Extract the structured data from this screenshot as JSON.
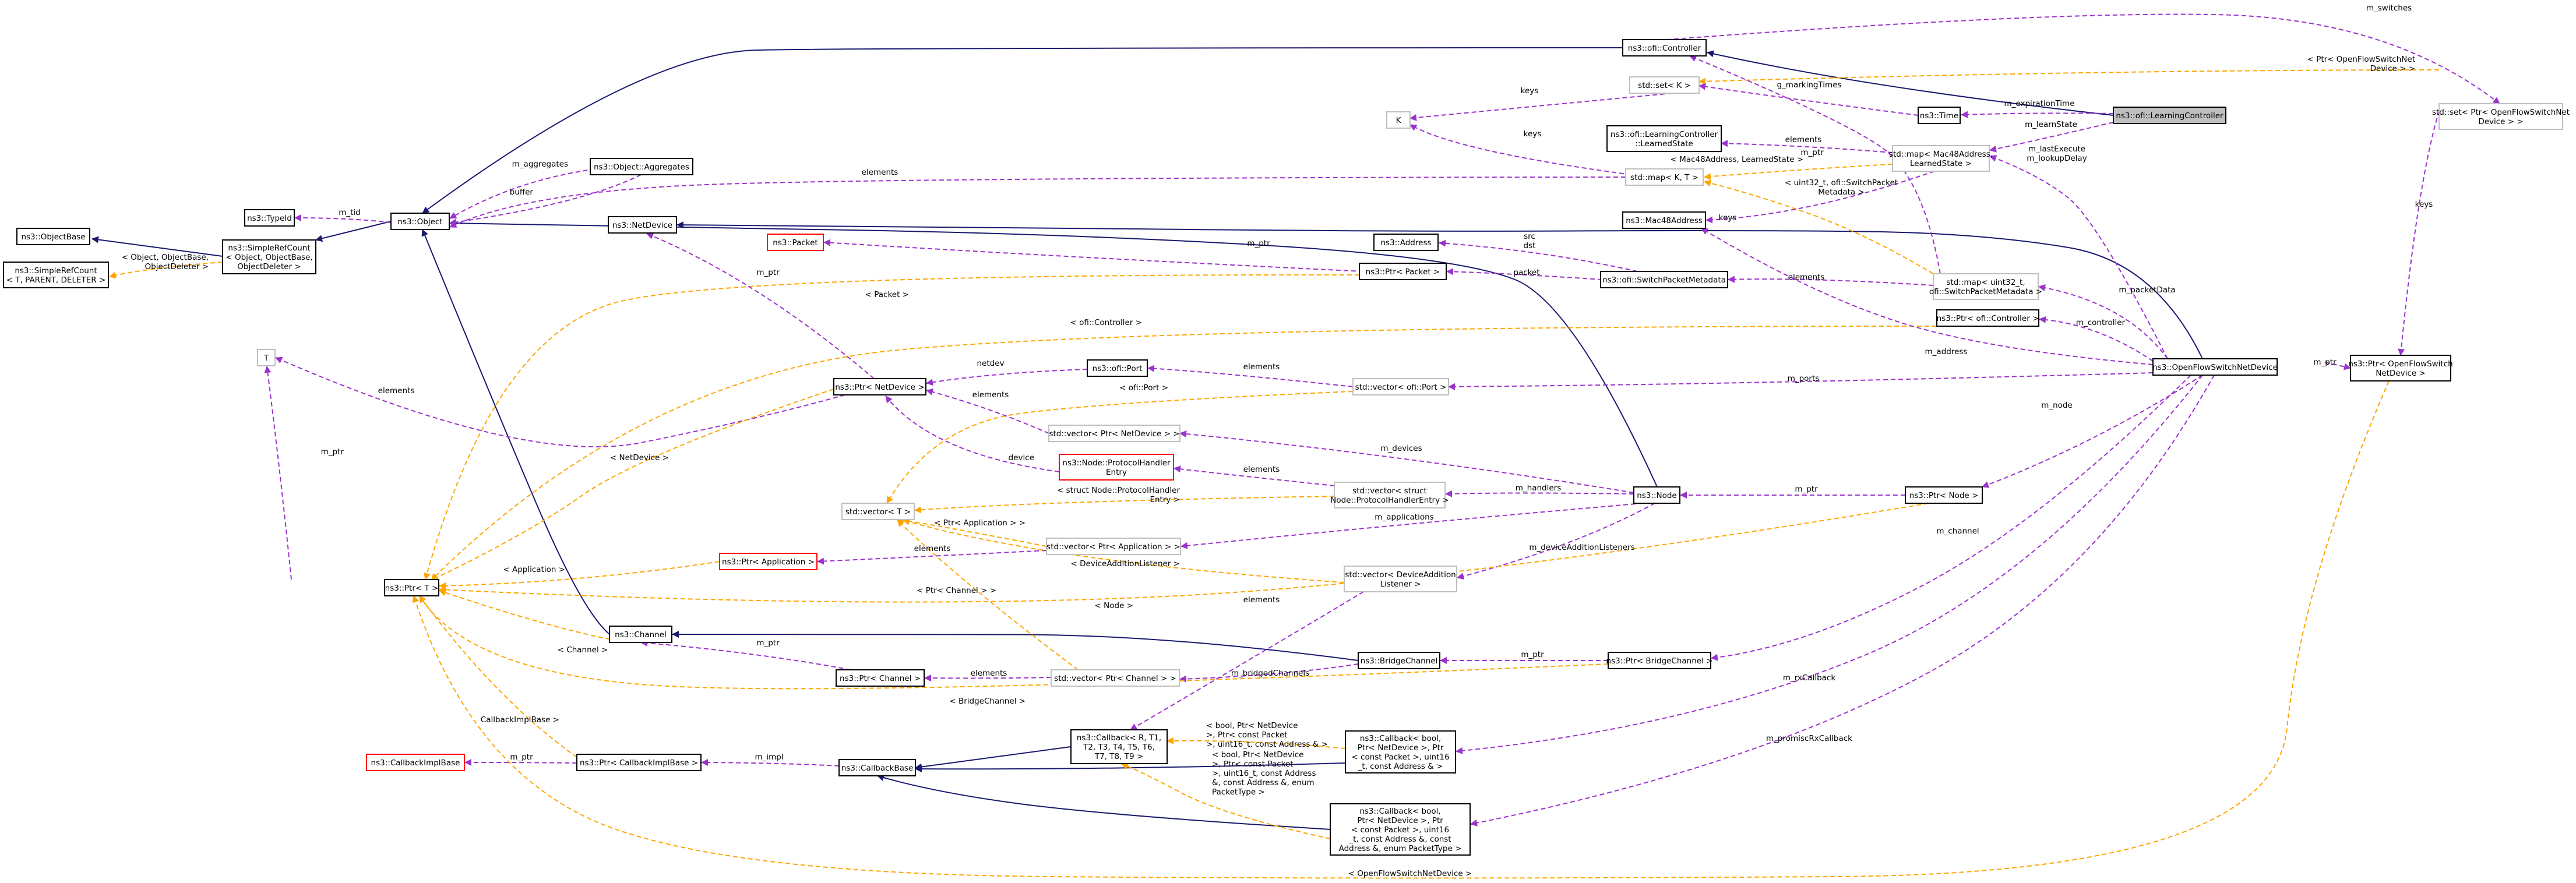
{
  "nodes": {
    "learning_controller": [
      "ns3::ofi::LearningController"
    ],
    "controller": [
      "ns3::ofi::Controller"
    ],
    "set_ptr_ofs": [
      "std::set< Ptr< OpenFlowSwitchNet",
      "Device > >"
    ],
    "set_k": [
      "std::set< K >"
    ],
    "k": [
      "K"
    ],
    "time": [
      "ns3::Time"
    ],
    "learned_state": [
      "ns3::ofi::LearningController",
      "::LearnedState"
    ],
    "map_mac_learned": [
      "std::map< Mac48Address,",
      "LearnedState >"
    ],
    "map_kt": [
      "std::map< K, T >"
    ],
    "mac48": [
      "ns3::Mac48Address"
    ],
    "object_aggregates": [
      "ns3::Object::Aggregates"
    ],
    "object": [
      "ns3::Object"
    ],
    "typeid": [
      "ns3::TypeId"
    ],
    "objectbase": [
      "ns3::ObjectBase"
    ],
    "simplerefcount": [
      "ns3::SimpleRefCount",
      "< Object, ObjectBase,",
      "ObjectDeleter >"
    ],
    "simplerefcount_t": [
      "ns3::SimpleRefCount",
      "< T, PARENT, DELETER >"
    ],
    "netdevice": [
      "ns3::NetDevice"
    ],
    "address": [
      "ns3::Address"
    ],
    "packet": [
      "ns3::Packet"
    ],
    "ptr_packet": [
      "ns3::Ptr< Packet >"
    ],
    "switch_packet_metadata": [
      "ns3::ofi::SwitchPacketMetadata"
    ],
    "map_uint32_spm": [
      "std::map< uint32_t,",
      "ofi::SwitchPacketMetadata >"
    ],
    "ptr_controller": [
      "ns3::Ptr< ofi::Controller >"
    ],
    "openflow_switch_netdevice": [
      "ns3::OpenFlowSwitchNetDevice"
    ],
    "ptr_ofs_netdevice": [
      "ns3::Ptr< OpenFlowSwitch",
      "NetDevice >"
    ],
    "t": [
      "T"
    ],
    "ptr_netdevice": [
      "ns3::Ptr< NetDevice >"
    ],
    "ofi_port": [
      "ns3::ofi::Port"
    ],
    "vector_ofi_port": [
      "std::vector< ofi::Port >"
    ],
    "vector_ptr_netdevice": [
      "std::vector< Ptr< NetDevice > >"
    ],
    "protocol_handler_entry": [
      "ns3::Node::ProtocolHandler",
      "Entry"
    ],
    "vector_protocol_handler": [
      "std::vector< struct",
      "Node::ProtocolHandlerEntry >"
    ],
    "node": [
      "ns3::Node"
    ],
    "ptr_node": [
      "ns3::Ptr< Node >"
    ],
    "vector_t": [
      "std::vector< T >"
    ],
    "ptr_application": [
      "ns3::Ptr< Application >"
    ],
    "vector_ptr_application": [
      "std::vector< Ptr< Application > >"
    ],
    "vector_device_addition_listener": [
      "std::vector< DeviceAddition",
      "Listener >"
    ],
    "ptr_t": [
      "ns3::Ptr< T >"
    ],
    "channel": [
      "ns3::Channel"
    ],
    "bridge_channel": [
      "ns3::BridgeChannel"
    ],
    "ptr_bridge_channel": [
      "ns3::Ptr< BridgeChannel >"
    ],
    "ptr_channel": [
      "ns3::Ptr< Channel >"
    ],
    "vector_ptr_channel": [
      "std::vector< Ptr< Channel > >"
    ],
    "callback_impl_base": [
      "ns3::CallbackImplBase"
    ],
    "ptr_callback_impl_base": [
      "ns3::Ptr< CallbackImplBase >"
    ],
    "callback_base": [
      "ns3::CallbackBase"
    ],
    "callback_r_t1": [
      "ns3::Callback< R, T1,",
      "T2, T3, T4, T5, T6,",
      "T7, T8, T9 >"
    ],
    "callback_bool_1": [
      "ns3::Callback< bool,",
      "Ptr< NetDevice >, Ptr",
      "< const Packet >, uint16",
      "_t, const Address & >"
    ],
    "callback_bool_2": [
      "ns3::Callback< bool,",
      "Ptr< NetDevice >, Ptr",
      "< const Packet >, uint16",
      "_t, const Address &, const",
      "Address &, enum PacketType >"
    ]
  },
  "edges": {
    "m_switches": [
      "m_switches"
    ],
    "ptr_ofs_net_device_tpl": [
      "< Ptr< OpenFlowSwitchNet",
      "Device > >"
    ],
    "keys_1": [
      "keys"
    ],
    "g_marking_times": [
      "g_markingTimes"
    ],
    "m_expiration_time": [
      "m_expirationTime"
    ],
    "m_learn_state": [
      "m_learnState"
    ],
    "keys_2": [
      "keys"
    ],
    "elements_1": [
      "elements"
    ],
    "mac48_learned_tpl": [
      "< Mac48Address, LearnedState >"
    ],
    "m_last_execute": [
      "m_lastExecute",
      "m_lookupDelay"
    ],
    "m_aggregates": [
      "m_aggregates"
    ],
    "buffer": [
      "buffer"
    ],
    "elements_2": [
      "elements"
    ],
    "m_ptr_1": [
      "m_ptr"
    ],
    "uint32_spm_tpl": [
      "< uint32_t, ofi::SwitchPacket",
      "Metadata >"
    ],
    "keys_3": [
      "keys"
    ],
    "keys_4": [
      "keys"
    ],
    "m_tid": [
      "m_tid"
    ],
    "object_tpl": [
      "< Object, ObjectBase,",
      "ObjectDeleter >"
    ],
    "m_ptr_2": [
      "m_ptr"
    ],
    "src_dst": [
      "src",
      "dst"
    ],
    "packet": [
      "packet"
    ],
    "elements_3": [
      "elements"
    ],
    "m_packet_data": [
      "m_packetData"
    ],
    "packet_tpl": [
      "< Packet >"
    ],
    "m_ptr_3": [
      "m_ptr"
    ],
    "controller_tpl": [
      "< ofi::Controller >"
    ],
    "m_controller": [
      "m_controller"
    ],
    "m_address": [
      "m_address"
    ],
    "m_ptr_4": [
      "m_ptr"
    ],
    "netdev": [
      "netdev"
    ],
    "elements_4": [
      "elements"
    ],
    "ofi_port_tpl": [
      "< ofi::Port >"
    ],
    "m_ports": [
      "m_ports"
    ],
    "elements_5": [
      "elements"
    ],
    "elements_6": [
      "elements"
    ],
    "m_node": [
      "m_node"
    ],
    "m_devices": [
      "m_devices"
    ],
    "device": [
      "device"
    ],
    "elements_7": [
      "elements"
    ],
    "netdevice_tpl": [
      "< NetDevice >"
    ],
    "protocol_handler_tpl": [
      "< struct Node::ProtocolHandler",
      "Entry >"
    ],
    "m_handlers": [
      "m_handlers"
    ],
    "m_ptr_5": [
      "m_ptr"
    ],
    "m_ptr_6": [
      "m_ptr"
    ],
    "application_ptr_tpl": [
      "< Ptr< Application > >"
    ],
    "m_applications": [
      "m_applications"
    ],
    "elements_8": [
      "elements"
    ],
    "m_device_addition_listeners": [
      "m_deviceAdditionListeners"
    ],
    "application_tpl": [
      "< Application >"
    ],
    "device_addition_listener_tpl": [
      "< DeviceAdditionListener >"
    ],
    "m_channel": [
      "m_channel"
    ],
    "ptr_channel_tpl": [
      "< Ptr< Channel > >"
    ],
    "elements_9": [
      "elements"
    ],
    "node_tpl": [
      "< Node >"
    ],
    "channel_tpl": [
      "< Channel >"
    ],
    "m_ptr_7": [
      "m_ptr"
    ],
    "m_ptr_8": [
      "m_ptr"
    ],
    "elements_10": [
      "elements"
    ],
    "m_bridged_channels": [
      "m_bridgedChannels"
    ],
    "bridge_channel_tpl": [
      "< BridgeChannel >"
    ],
    "m_rx_callback": [
      "m_rxCallback"
    ],
    "callback_impl_base_tpl": [
      "CallbackImplBase >"
    ],
    "m_ptr_9": [
      "m_ptr"
    ],
    "m_impl": [
      "m_impl"
    ],
    "bool_callback_tpl_1": [
      "< bool, Ptr< NetDevice",
      ">, Ptr< const Packet",
      ">, uint16_t, const Address & >"
    ],
    "bool_callback_tpl_2": [
      "< bool, Ptr< NetDevice",
      ">, Ptr< const Packet",
      ">, uint16_t, const Address",
      "&, const Address &, enum",
      "PacketType >"
    ],
    "m_promisc_rx_callback": [
      "m_promiscRxCallback"
    ],
    "ofs_netdevice_tpl": [
      "< OpenFlowSwitchNetDevice >"
    ]
  }
}
